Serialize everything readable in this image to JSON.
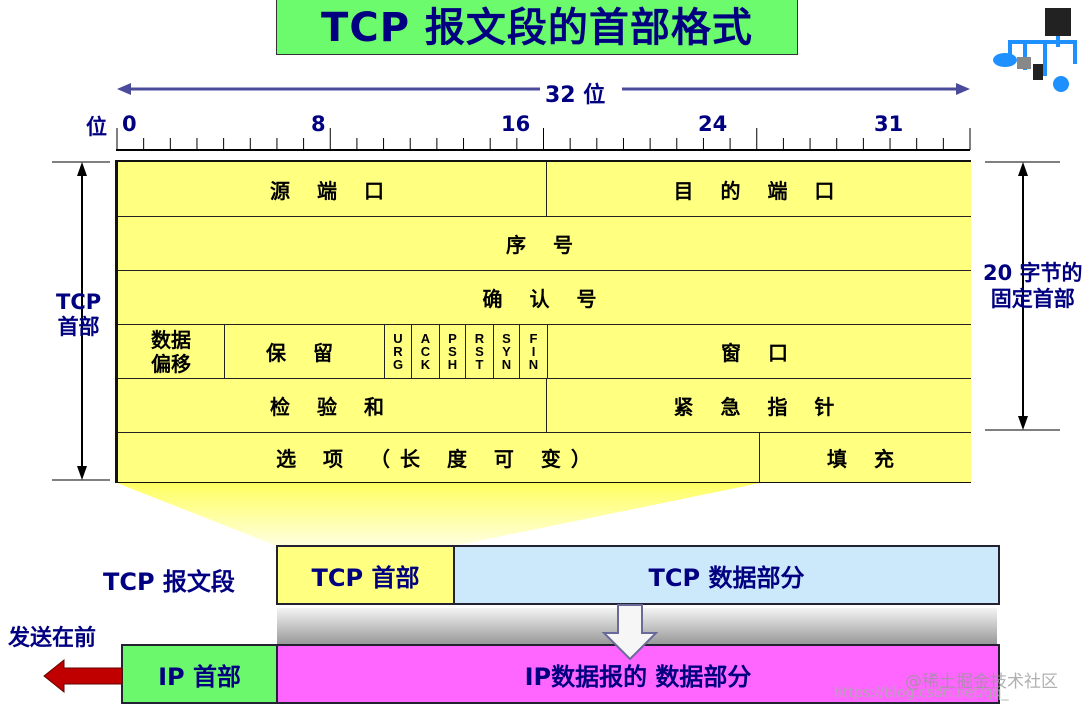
{
  "title": "TCP 报文段的首部格式",
  "ruler": {
    "width_label": "32 位",
    "unit_label": "位",
    "ticks": [
      "0",
      "8",
      "16",
      "24",
      "31"
    ]
  },
  "left_label": {
    "line1": "TCP",
    "line2": "首部"
  },
  "right_label": {
    "line1": "20 字节的",
    "line2": "固定首部"
  },
  "fields": {
    "src_port": "源 端 口",
    "dst_port": "目 的 端 口",
    "seq": "序 号",
    "ack": "确 认 号",
    "offset_1": "数据",
    "offset_2": "偏移",
    "reserved": "保 留",
    "flags": [
      "URG",
      "ACK",
      "PSH",
      "RST",
      "SYN",
      "FIN"
    ],
    "window": "窗 口",
    "checksum": "检 验 和",
    "urgent": "紧 急 指 针",
    "options": "选 项 （长 度 可 变）",
    "padding": "填 充"
  },
  "segment": {
    "label": "TCP 报文段",
    "header": "TCP 首部",
    "data": "TCP 数据部分"
  },
  "ip": {
    "send_first": "发送在前",
    "header": "IP 首部",
    "data": "IP数据报的 数据部分"
  },
  "watermark": {
    "line1": "@稀土掘金技术社区",
    "line2": "https://blog.csdn.net/qq_"
  },
  "colors": {
    "title_bg": "#6cfb6c",
    "table": "#ffff80",
    "tcp_data": "#cce8fb",
    "ip_header": "#6cf86c",
    "ip_data": "#ff66ff",
    "arrow": "#c00000",
    "text": "#000080"
  }
}
